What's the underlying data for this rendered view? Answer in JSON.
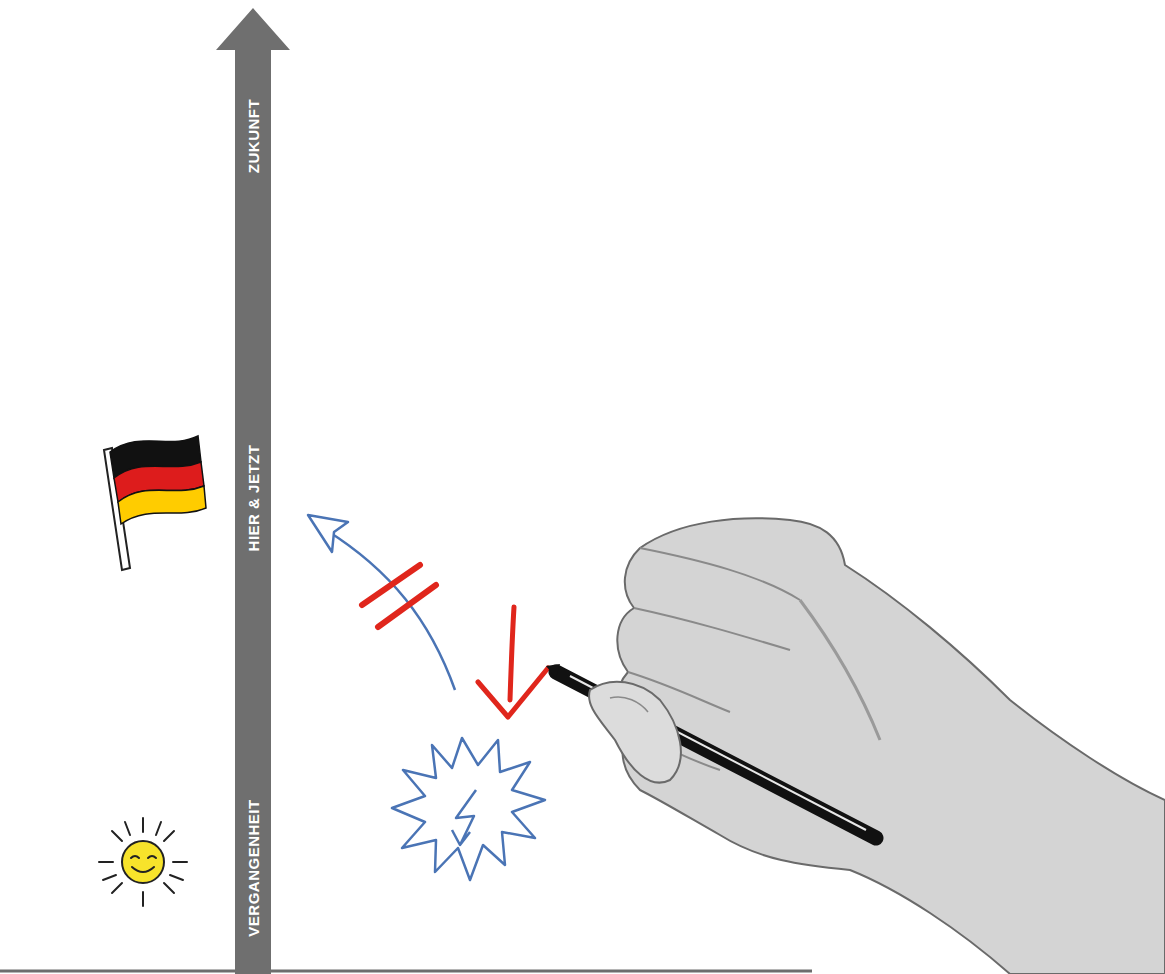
{
  "diagram": {
    "nodes": [
      {
        "text": [
          "ZUKUNFT",
          "HIER & JETZT",
          "VERGANGENHEIT"
        ]
      }
    ]
  }
}
